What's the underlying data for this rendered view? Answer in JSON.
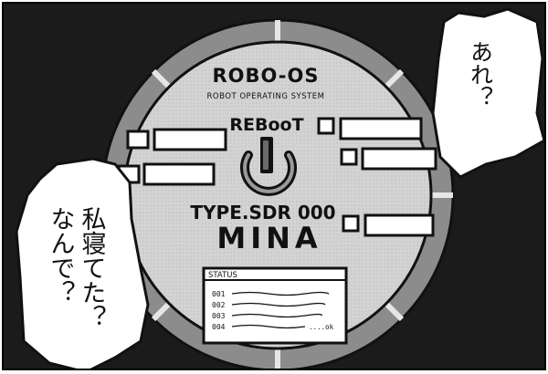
{
  "os": {
    "title": "ROBO-OS",
    "subtitle": "ROBOT OPERATING SYSTEM",
    "reboot_label": "REBooT",
    "type_label": "TYPE.SDR 000",
    "name": "MINA"
  },
  "status": {
    "header": "STATUS",
    "lines": [
      {
        "code": "001",
        "suffix": ""
      },
      {
        "code": "002",
        "suffix": ""
      },
      {
        "code": "003",
        "suffix": ""
      },
      {
        "code": "004",
        "suffix": "....ok"
      }
    ]
  },
  "speech": {
    "right_line": "あれ？",
    "left_lines": [
      "私寝てた？",
      "なんで？"
    ]
  },
  "colors": {
    "panel_bg": "#1b1b1b",
    "dial_face": "#d3d3d3",
    "rim": "#8c8c8c",
    "ink": "#111111"
  },
  "icons": {
    "power": "power-icon"
  }
}
